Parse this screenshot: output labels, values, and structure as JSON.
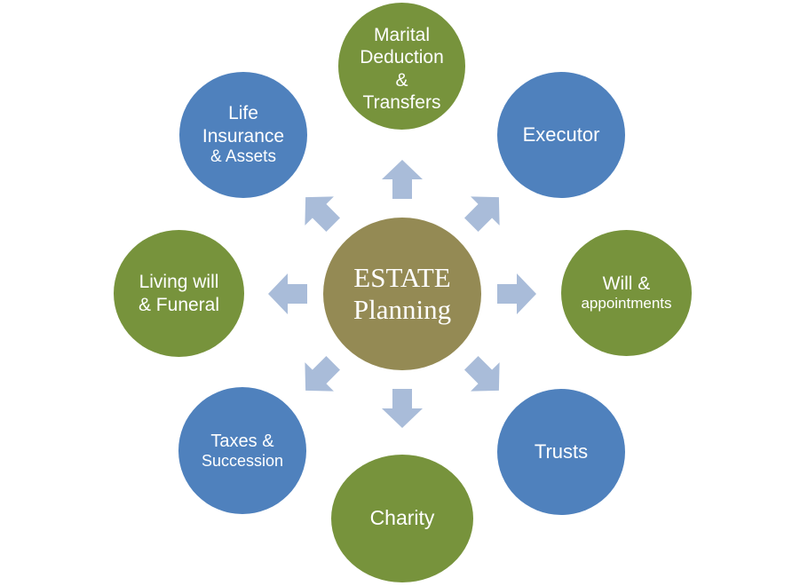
{
  "colors": {
    "center_fill": "#948a54",
    "green_fill": "#77933c",
    "blue_fill": "#4f81bd",
    "arrow_fill": "#a9bcd9",
    "text": "#ffffff"
  },
  "center": {
    "lines": [
      "ESTATE",
      "Planning"
    ]
  },
  "nodes": [
    {
      "id": "marital",
      "color": "green",
      "lines": [
        "Marital",
        "Deduction",
        "&",
        "Transfers"
      ]
    },
    {
      "id": "executor",
      "color": "blue",
      "lines": [
        "Executor"
      ]
    },
    {
      "id": "will",
      "color": "green",
      "lines": [
        "Will &",
        "appointments"
      ]
    },
    {
      "id": "trusts",
      "color": "blue",
      "lines": [
        "Trusts"
      ]
    },
    {
      "id": "charity",
      "color": "green",
      "lines": [
        "Charity"
      ]
    },
    {
      "id": "taxes",
      "color": "blue",
      "lines": [
        "Taxes &",
        "Succession"
      ]
    },
    {
      "id": "living",
      "color": "green",
      "lines": [
        "Living will",
        "& Funeral"
      ]
    },
    {
      "id": "life",
      "color": "blue",
      "lines": [
        "Life",
        "Insurance",
        "&  Assets"
      ]
    }
  ],
  "arrow_icon": "block-arrow-icon"
}
